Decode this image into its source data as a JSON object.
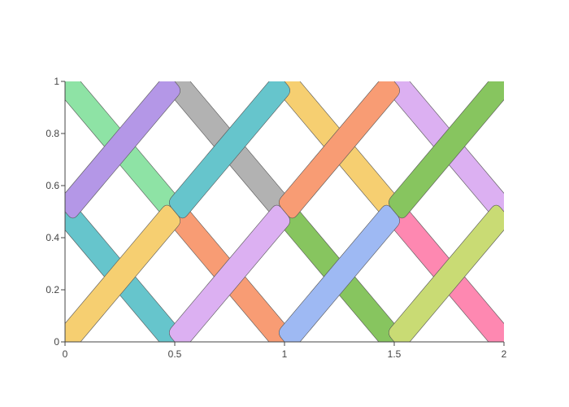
{
  "chart_data": {
    "type": "area",
    "title": "",
    "xlabel": "",
    "ylabel": "",
    "xlim": [
      0,
      2
    ],
    "ylim": [
      0,
      1
    ],
    "grid": false,
    "x_ticks": [
      "0",
      "0.5",
      "1",
      "1.5",
      "2"
    ],
    "y_ticks": [
      "0",
      "0.2",
      "0.4",
      "0.6",
      "0.8",
      "1"
    ],
    "band_half_width": 0.05,
    "shapes": [
      {
        "color": "#8ee3a5",
        "path": [
          [
            0,
            1
          ],
          [
            0.5,
            0.5
          ]
        ],
        "layer": 0
      },
      {
        "color": "#b2b2b2",
        "path": [
          [
            0.5,
            1
          ],
          [
            1,
            0.5
          ]
        ],
        "layer": 0
      },
      {
        "color": "#f6cf71",
        "path": [
          [
            1,
            1
          ],
          [
            1.5,
            0.5
          ]
        ],
        "layer": 0
      },
      {
        "color": "#dcb0f2",
        "path": [
          [
            1.5,
            1
          ],
          [
            2,
            0.5
          ]
        ],
        "layer": 0
      },
      {
        "color": "#66c5cc",
        "path": [
          [
            0,
            0.5
          ],
          [
            0.5,
            0
          ]
        ],
        "layer": 0
      },
      {
        "color": "#f89c74",
        "path": [
          [
            0.5,
            0.5
          ],
          [
            1,
            0
          ]
        ],
        "layer": 0
      },
      {
        "color": "#87c55f",
        "path": [
          [
            1,
            0.5
          ],
          [
            1.5,
            0
          ]
        ],
        "layer": 0
      },
      {
        "color": "#fe88b1",
        "path": [
          [
            1.5,
            0.5
          ],
          [
            2,
            0
          ]
        ],
        "layer": 0
      },
      {
        "color": "#b497e7",
        "path": [
          [
            0,
            0.5
          ],
          [
            0.5,
            1
          ]
        ],
        "layer": 1
      },
      {
        "color": "#66c5cc",
        "path": [
          [
            0.5,
            0.5
          ],
          [
            1,
            1
          ]
        ],
        "layer": 1
      },
      {
        "color": "#f89c74",
        "path": [
          [
            1,
            0.5
          ],
          [
            1.5,
            1
          ]
        ],
        "layer": 1
      },
      {
        "color": "#87c55f",
        "path": [
          [
            1.5,
            0.5
          ],
          [
            2,
            1
          ]
        ],
        "layer": 1
      },
      {
        "color": "#f6cf71",
        "path": [
          [
            0,
            0
          ],
          [
            0.5,
            0.5
          ]
        ],
        "layer": 1
      },
      {
        "color": "#dcb0f2",
        "path": [
          [
            0.5,
            0
          ],
          [
            1,
            0.5
          ]
        ],
        "layer": 1
      },
      {
        "color": "#9eb9f3",
        "path": [
          [
            1,
            0
          ],
          [
            1.5,
            0.5
          ]
        ],
        "layer": 1
      },
      {
        "color": "#c9db74",
        "path": [
          [
            1.5,
            0
          ],
          [
            2,
            0.5
          ]
        ],
        "layer": 1
      }
    ]
  }
}
